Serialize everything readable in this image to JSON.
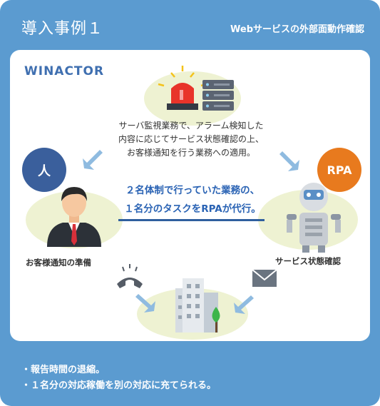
{
  "header": {
    "title": "導入事例１",
    "subtitle": "Webサービスの外部面動作確認"
  },
  "logo": "WINACTOR",
  "description": {
    "lines": [
      "サーバ監視業務で、アラーム検知した",
      "内容に応じてサービス状態確認の上、",
      "お客様通知を行う業務への適用。"
    ]
  },
  "highlight": {
    "lines": [
      "２名体制で行っていた業務の、",
      "１名分のタスクをRPAが代行。"
    ]
  },
  "badges": {
    "person": "人",
    "rpa": "RPA"
  },
  "labels": {
    "left": "お客様通知の準備",
    "right": "サービス状態確認"
  },
  "results": [
    "・報告時間の退縮。",
    "・１名分の対応稼働を別の対応に充てられる。"
  ],
  "icons": [
    "siren-icon",
    "server-icon",
    "businessman-icon",
    "robot-icon",
    "phone-icon",
    "mail-icon",
    "building-icon",
    "tree-icon",
    "arrow-icon"
  ],
  "colors": {
    "frame": "#5b9bd0",
    "person_badge": "#3a5f9c",
    "rpa_badge": "#e87a1e",
    "highlight_text": "#2a63b4",
    "circle_bg": "#eef2d2"
  }
}
